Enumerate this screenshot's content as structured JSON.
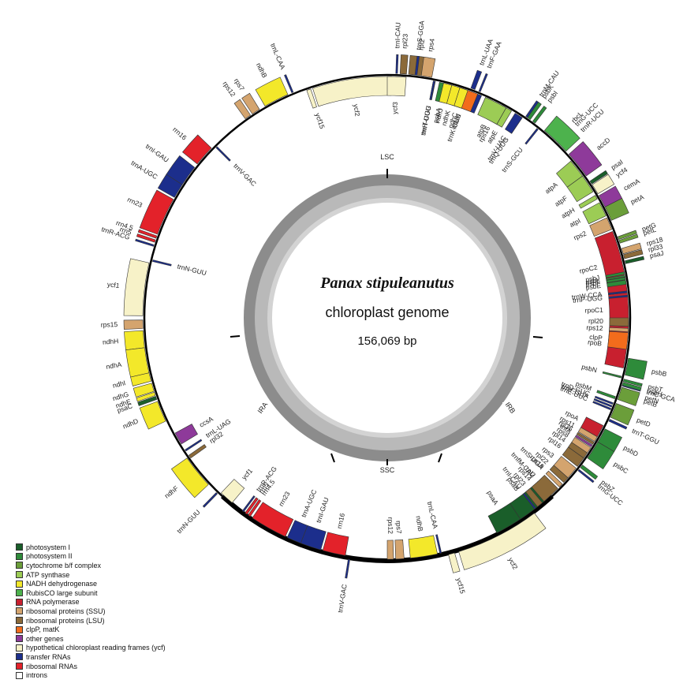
{
  "title": {
    "species": "Panax stipuleanutus",
    "subtitle": "chloroplast genome",
    "length": "156,069 bp"
  },
  "regions": [
    "LSC",
    "IRA",
    "SSC",
    "IRB"
  ],
  "legend": [
    {
      "label": "photosystem I",
      "color": "#1a5e2a"
    },
    {
      "label": "photosystem II",
      "color": "#2e8b3a"
    },
    {
      "label": "cytochrome b/f complex",
      "color": "#6b9e3a"
    },
    {
      "label": "ATP synthase",
      "color": "#9ccc55"
    },
    {
      "label": "NADH dehydrogenase",
      "color": "#f3e82a"
    },
    {
      "label": "RubisCO large subunit",
      "color": "#4db24d"
    },
    {
      "label": "RNA polymerase",
      "color": "#c8202f"
    },
    {
      "label": "ribosomal proteins (SSU)",
      "color": "#d4a46e"
    },
    {
      "label": "ribosomal proteins (LSU)",
      "color": "#8b6a3a"
    },
    {
      "label": "clpP, matK",
      "color": "#f26c1c"
    },
    {
      "label": "other genes",
      "color": "#8e3a9a"
    },
    {
      "label": "hypothetical chloroplast reading frames (ycf)",
      "color": "#f7f2c8"
    },
    {
      "label": "transfer RNAs",
      "color": "#1c2e8c"
    },
    {
      "label": "ribosomal RNAs",
      "color": "#e3222a"
    },
    {
      "label": "introns",
      "color": "#ffffff"
    }
  ],
  "genes": [
    {
      "name": "psaA",
      "cat": 0,
      "start": 56.5,
      "end": 63.0,
      "side": "in"
    },
    {
      "name": "psaB",
      "cat": 0,
      "start": 49.5,
      "end": 56.5,
      "side": "in"
    },
    {
      "name": "rps14",
      "cat": 7,
      "start": 48.0,
      "end": 49.3,
      "side": "in"
    },
    {
      "name": "trnfM-CAU",
      "cat": 12,
      "start": 47.2,
      "end": 47.6,
      "side": "in"
    },
    {
      "name": "trnS-UGA",
      "cat": 12,
      "start": 44.0,
      "end": 44.4,
      "side": "in"
    },
    {
      "name": "psbZ",
      "cat": 1,
      "start": 37.0,
      "end": 37.8,
      "side": "out"
    },
    {
      "name": "trnG-UCC",
      "cat": 12,
      "start": 38.3,
      "end": 38.7,
      "side": "out"
    },
    {
      "name": "psbC",
      "cat": 1,
      "start": 30.5,
      "end": 35.0,
      "side": "out"
    },
    {
      "name": "psbD",
      "cat": 1,
      "start": 27.0,
      "end": 30.5,
      "side": "out"
    },
    {
      "name": "trnT-GGU",
      "cat": 12,
      "start": 24.5,
      "end": 25.0,
      "side": "out"
    },
    {
      "name": "trnE-UUC",
      "cat": 12,
      "start": 22.0,
      "end": 22.4,
      "side": "in"
    },
    {
      "name": "trnY-GUA",
      "cat": 12,
      "start": 21.3,
      "end": 21.7,
      "side": "in"
    },
    {
      "name": "trnD-GUC",
      "cat": 12,
      "start": 20.6,
      "end": 21.0,
      "side": "in"
    },
    {
      "name": "psbM",
      "cat": 1,
      "start": 19.0,
      "end": 19.6,
      "side": "in"
    },
    {
      "name": "petN",
      "cat": 2,
      "start": 17.0,
      "end": 17.4,
      "side": "out"
    },
    {
      "name": "trnC-GCA",
      "cat": 12,
      "start": 15.8,
      "end": 16.2,
      "side": "out"
    },
    {
      "name": "rpoB",
      "cat": 6,
      "start": 2.0,
      "end": 12.0,
      "side": "in"
    },
    {
      "name": "rpoC1",
      "cat": 6,
      "start": 354.0,
      "end": 2.0,
      "side": "in"
    },
    {
      "name": "rpoC2",
      "cat": 6,
      "start": 339.0,
      "end": 354.0,
      "side": "in"
    },
    {
      "name": "rps2",
      "cat": 7,
      "start": 335.5,
      "end": 338.5,
      "side": "in"
    },
    {
      "name": "atpI",
      "cat": 3,
      "start": 331.5,
      "end": 335.0,
      "side": "in"
    },
    {
      "name": "atpH",
      "cat": 3,
      "start": 329.5,
      "end": 330.5,
      "side": "in"
    },
    {
      "name": "atpF",
      "cat": 3,
      "start": 324.0,
      "end": 328.5,
      "side": "in"
    },
    {
      "name": "atpA",
      "cat": 3,
      "start": 319.5,
      "end": 324.0,
      "side": "in"
    },
    {
      "name": "trnR-UCU",
      "cat": 12,
      "start": 316.0,
      "end": 316.4,
      "side": "out"
    },
    {
      "name": "trnG-UCC",
      "cat": 12,
      "start": 314.3,
      "end": 314.7,
      "side": "out"
    },
    {
      "name": "psbI",
      "cat": 1,
      "start": 306.5,
      "end": 307.2,
      "side": "out"
    },
    {
      "name": "psbK",
      "cat": 1,
      "start": 305.0,
      "end": 305.8,
      "side": "out"
    },
    {
      "name": "trnS-GCU",
      "cat": 12,
      "start": 308.3,
      "end": 308.7,
      "side": "in"
    },
    {
      "name": "trnQ-UUG",
      "cat": 12,
      "start": 303.6,
      "end": 304.0,
      "side": "in"
    },
    {
      "name": "rps16",
      "cat": 7,
      "start": 296.5,
      "end": 299.5,
      "side": "in"
    },
    {
      "name": "trnK-UUU",
      "cat": 12,
      "start": 286.0,
      "end": 293.0,
      "side": "in"
    },
    {
      "name": "matK",
      "cat": 9,
      "start": 287.0,
      "end": 292.0,
      "side": "in"
    },
    {
      "name": "psbA",
      "cat": 1,
      "start": 282.5,
      "end": 285.5,
      "side": "in"
    },
    {
      "name": "trnH-GUG",
      "cat": 12,
      "start": 281.0,
      "end": 281.5,
      "side": "in"
    },
    {
      "name": "rpl2",
      "cat": 8,
      "start": 275.0,
      "end": 279.5,
      "side": "out"
    },
    {
      "name": "rpl23",
      "cat": 8,
      "start": 273.0,
      "end": 274.5,
      "side": "out"
    },
    {
      "name": "trnI-CAU",
      "cat": 12,
      "start": 272.0,
      "end": 272.4,
      "side": "out"
    },
    {
      "name": "ycf2",
      "cat": 11,
      "start": 252.0,
      "end": 271.0,
      "side": "in"
    },
    {
      "name": "ycf15",
      "cat": 11,
      "start": 250.5,
      "end": 251.5,
      "side": "in"
    },
    {
      "name": "trnL-CAA",
      "cat": 12,
      "start": 247.0,
      "end": 247.4,
      "side": "out"
    },
    {
      "name": "ndhB",
      "cat": 4,
      "start": 240.0,
      "end": 246.0,
      "side": "out"
    },
    {
      "name": "rps7",
      "cat": 7,
      "start": 236.5,
      "end": 238.5,
      "side": "out"
    },
    {
      "name": "rps12",
      "cat": 7,
      "start": 234.5,
      "end": 236.0,
      "side": "out"
    },
    {
      "name": "trnV-GAC",
      "cat": 12,
      "start": 224.8,
      "end": 225.2,
      "side": "in"
    },
    {
      "name": "rrn16",
      "cat": 13,
      "start": 219.0,
      "end": 224.0,
      "side": "out"
    },
    {
      "name": "trnI-GAU",
      "cat": 12,
      "start": 213.0,
      "end": 218.0,
      "side": "out"
    },
    {
      "name": "trnA-UGC",
      "cat": 12,
      "start": 209.5,
      "end": 213.0,
      "side": "out"
    },
    {
      "name": "rrn23",
      "cat": 13,
      "start": 200.0,
      "end": 209.0,
      "side": "out"
    },
    {
      "name": "rrn4.5",
      "cat": 13,
      "start": 199.0,
      "end": 199.6,
      "side": "out"
    },
    {
      "name": "rrn5",
      "cat": 13,
      "start": 198.0,
      "end": 198.6,
      "side": "out"
    },
    {
      "name": "trnR-ACG",
      "cat": 12,
      "start": 197.0,
      "end": 197.4,
      "side": "out"
    },
    {
      "name": "trnN-GUU",
      "cat": 12,
      "start": 193.5,
      "end": 193.9,
      "side": "in"
    },
    {
      "name": "ycf1",
      "cat": 11,
      "start": 180.5,
      "end": 193.0,
      "side": "out"
    },
    {
      "name": "rps15",
      "cat": 7,
      "start": 177.5,
      "end": 179.5,
      "side": "out"
    },
    {
      "name": "ndhH",
      "cat": 4,
      "start": 173.0,
      "end": 177.0,
      "side": "out"
    },
    {
      "name": "ndhA",
      "cat": 4,
      "start": 167.0,
      "end": 173.0,
      "side": "out"
    },
    {
      "name": "ndhI",
      "cat": 4,
      "start": 165.0,
      "end": 167.0,
      "side": "out"
    },
    {
      "name": "ndhG",
      "cat": 4,
      "start": 162.5,
      "end": 164.5,
      "side": "out"
    },
    {
      "name": "ndhE",
      "cat": 4,
      "start": 161.5,
      "end": 162.3,
      "side": "out"
    },
    {
      "name": "psaC",
      "cat": 0,
      "start": 160.5,
      "end": 161.3,
      "side": "out"
    },
    {
      "name": "ndhD",
      "cat": 4,
      "start": 155.0,
      "end": 160.0,
      "side": "out"
    },
    {
      "name": "ccsA",
      "cat": 10,
      "start": 148.5,
      "end": 151.5,
      "side": "in"
    },
    {
      "name": "trnL-UAG",
      "cat": 12,
      "start": 146.5,
      "end": 146.9,
      "side": "in"
    },
    {
      "name": "rpl32",
      "cat": 8,
      "start": 144.5,
      "end": 145.3,
      "side": "in"
    },
    {
      "name": "ndhF",
      "cat": 4,
      "start": 137.0,
      "end": 145.0,
      "side": "out"
    },
    {
      "name": "trnN-GUU",
      "cat": 12,
      "start": 134.0,
      "end": 134.4,
      "side": "out"
    },
    {
      "name": "ycf1",
      "cat": 11,
      "start": 130.0,
      "end": 133.5,
      "side": "in"
    },
    {
      "name": "trnR-ACG",
      "cat": 12,
      "start": 126.5,
      "end": 126.9,
      "side": "in"
    },
    {
      "name": "rrn5",
      "cat": 13,
      "start": 125.5,
      "end": 126.1,
      "side": "in"
    },
    {
      "name": "rrn4.5",
      "cat": 13,
      "start": 124.6,
      "end": 125.2,
      "side": "in"
    },
    {
      "name": "rrn23",
      "cat": 13,
      "start": 115.0,
      "end": 124.0,
      "side": "in"
    },
    {
      "name": "trnA-UGC",
      "cat": 12,
      "start": 111.0,
      "end": 114.5,
      "side": "in"
    },
    {
      "name": "trnI-GAU",
      "cat": 12,
      "start": 106.0,
      "end": 111.0,
      "side": "in"
    },
    {
      "name": "rrn16",
      "cat": 13,
      "start": 100.0,
      "end": 105.5,
      "side": "in"
    },
    {
      "name": "trnV-GAC",
      "cat": 12,
      "start": 98.8,
      "end": 99.2,
      "side": "out"
    },
    {
      "name": "rps12",
      "cat": 7,
      "start": 88.5,
      "end": 90.0,
      "side": "in"
    },
    {
      "name": "rps7",
      "cat": 7,
      "start": 86.0,
      "end": 88.0,
      "side": "in"
    },
    {
      "name": "ndhB",
      "cat": 4,
      "start": 78.0,
      "end": 84.5,
      "side": "in"
    },
    {
      "name": "trnL-CAA",
      "cat": 12,
      "start": 77.0,
      "end": 77.4,
      "side": "in"
    },
    {
      "name": "ycf15",
      "cat": 11,
      "start": 74.0,
      "end": 75.5,
      "side": "out"
    },
    {
      "name": "ycf2",
      "cat": 11,
      "start": 53.0,
      "end": 73.0,
      "side": "out"
    },
    {
      "name": "trnI-CAU",
      "cat": 12,
      "start": 52.0,
      "end": 52.4,
      "side": "in"
    },
    {
      "name": "rpl23",
      "cat": 8,
      "start": 50.0,
      "end": 51.5,
      "side": "in"
    },
    {
      "name": "rpl2",
      "cat": 8,
      "start": 45.0,
      "end": 49.5,
      "side": "in"
    },
    {
      "name": "rps19",
      "cat": 7,
      "start": 43.5,
      "end": 44.5,
      "side": "in"
    },
    {
      "name": "rpl22",
      "cat": 8,
      "start": 41.5,
      "end": 43.0,
      "side": "in"
    },
    {
      "name": "rps3",
      "cat": 7,
      "start": 38.5,
      "end": 41.5,
      "side": "in"
    },
    {
      "name": "rpl16",
      "cat": 8,
      "start": 35.5,
      "end": 38.0,
      "side": "in"
    },
    {
      "name": "rpl14",
      "cat": 8,
      "start": 34.0,
      "end": 35.5,
      "side": "in"
    },
    {
      "name": "rps8",
      "cat": 7,
      "start": 32.5,
      "end": 34.0,
      "side": "in"
    },
    {
      "name": "infA",
      "cat": 10,
      "start": 31.8,
      "end": 32.3,
      "side": "in"
    },
    {
      "name": "rpl36",
      "cat": 8,
      "start": 31.0,
      "end": 31.6,
      "side": "in"
    },
    {
      "name": "rps11",
      "cat": 7,
      "start": 29.5,
      "end": 30.8,
      "side": "in"
    },
    {
      "name": "rpoA",
      "cat": 6,
      "start": 26.5,
      "end": 29.5,
      "side": "in"
    },
    {
      "name": "petD",
      "cat": 2,
      "start": 20.5,
      "end": 24.0,
      "side": "out"
    },
    {
      "name": "petB",
      "cat": 2,
      "start": 16.5,
      "end": 19.5,
      "side": "out"
    },
    {
      "name": "psbH",
      "cat": 1,
      "start": 15.3,
      "end": 16.0,
      "side": "out"
    },
    {
      "name": "psbT",
      "cat": 1,
      "start": 14.5,
      "end": 15.1,
      "side": "out"
    },
    {
      "name": "psbN",
      "cat": 1,
      "start": 14.0,
      "end": 14.4,
      "side": "in"
    },
    {
      "name": "psbB",
      "cat": 1,
      "start": 9.5,
      "end": 13.5,
      "side": "out"
    },
    {
      "name": "clpP",
      "cat": 9,
      "start": 3.5,
      "end": 7.5,
      "side": "in"
    },
    {
      "name": "rps12",
      "cat": 7,
      "start": 2.5,
      "end": 3.3,
      "side": "in"
    },
    {
      "name": "rpl20",
      "cat": 8,
      "start": 0.0,
      "end": 2.0,
      "side": "in"
    },
    {
      "name": "trnP-UGG",
      "cat": 12,
      "start": 354.6,
      "end": 355.0,
      "side": "in"
    },
    {
      "name": "trnW-CCA",
      "cat": 12,
      "start": 353.6,
      "end": 354.0,
      "side": "in"
    },
    {
      "name": "psbE",
      "cat": 1,
      "start": 351.0,
      "end": 352.0,
      "side": "in"
    },
    {
      "name": "psbF",
      "cat": 1,
      "start": 350.3,
      "end": 350.9,
      "side": "in"
    },
    {
      "name": "psbL",
      "cat": 1,
      "start": 349.8,
      "end": 350.2,
      "side": "in"
    },
    {
      "name": "psbJ",
      "cat": 1,
      "start": 349.0,
      "end": 349.6,
      "side": "in"
    },
    {
      "name": "psaJ",
      "cat": 0,
      "start": 346.5,
      "end": 347.2,
      "side": "out"
    },
    {
      "name": "rpl33",
      "cat": 8,
      "start": 345.0,
      "end": 346.0,
      "side": "out"
    },
    {
      "name": "rps18",
      "cat": 7,
      "start": 343.5,
      "end": 344.8,
      "side": "out"
    },
    {
      "name": "petL",
      "cat": 2,
      "start": 341.5,
      "end": 342.2,
      "side": "out"
    },
    {
      "name": "petG",
      "cat": 2,
      "start": 340.6,
      "end": 341.3,
      "side": "out"
    },
    {
      "name": "petA",
      "cat": 2,
      "start": 333.0,
      "end": 336.5,
      "side": "out"
    },
    {
      "name": "cemA",
      "cat": 10,
      "start": 330.0,
      "end": 333.0,
      "side": "out"
    },
    {
      "name": "ycf4",
      "cat": 11,
      "start": 327.0,
      "end": 329.5,
      "side": "out"
    },
    {
      "name": "psaI",
      "cat": 0,
      "start": 326.0,
      "end": 326.8,
      "side": "out"
    },
    {
      "name": "accD",
      "cat": 10,
      "start": 318.0,
      "end": 324.5,
      "side": "out"
    },
    {
      "name": "rbcL",
      "cat": 5,
      "start": 310.0,
      "end": 317.0,
      "side": "out"
    },
    {
      "name": "trnM-CAU",
      "cat": 12,
      "start": 304.5,
      "end": 305.0,
      "side": "out"
    },
    {
      "name": "trnV-UAC",
      "cat": 12,
      "start": 302.0,
      "end": 304.0,
      "side": "in"
    },
    {
      "name": "atpE",
      "cat": 3,
      "start": 299.5,
      "end": 301.0,
      "side": "in"
    },
    {
      "name": "atpB",
      "cat": 3,
      "start": 294.0,
      "end": 299.5,
      "side": "in"
    },
    {
      "name": "trnF-GAA",
      "cat": 12,
      "start": 292.0,
      "end": 292.4,
      "side": "out"
    },
    {
      "name": "trnL-UAA",
      "cat": 12,
      "start": 290.0,
      "end": 291.0,
      "side": "out"
    },
    {
      "name": "ndhC",
      "cat": 4,
      "start": 287.5,
      "end": 289.5,
      "side": "in"
    },
    {
      "name": "ndhK",
      "cat": 4,
      "start": 285.5,
      "end": 287.5,
      "side": "in"
    },
    {
      "name": "ndhJ",
      "cat": 4,
      "start": 283.5,
      "end": 285.5,
      "side": "in"
    },
    {
      "name": "trnT-UGU",
      "cat": 12,
      "start": 281.0,
      "end": 281.4,
      "side": "in"
    },
    {
      "name": "rps4",
      "cat": 7,
      "start": 278.0,
      "end": 280.5,
      "side": "out"
    },
    {
      "name": "trnS-GGA",
      "cat": 12,
      "start": 276.5,
      "end": 277.0,
      "side": "out"
    },
    {
      "name": "ycf3",
      "cat": 11,
      "start": 270.0,
      "end": 274.5,
      "side": "in"
    }
  ]
}
